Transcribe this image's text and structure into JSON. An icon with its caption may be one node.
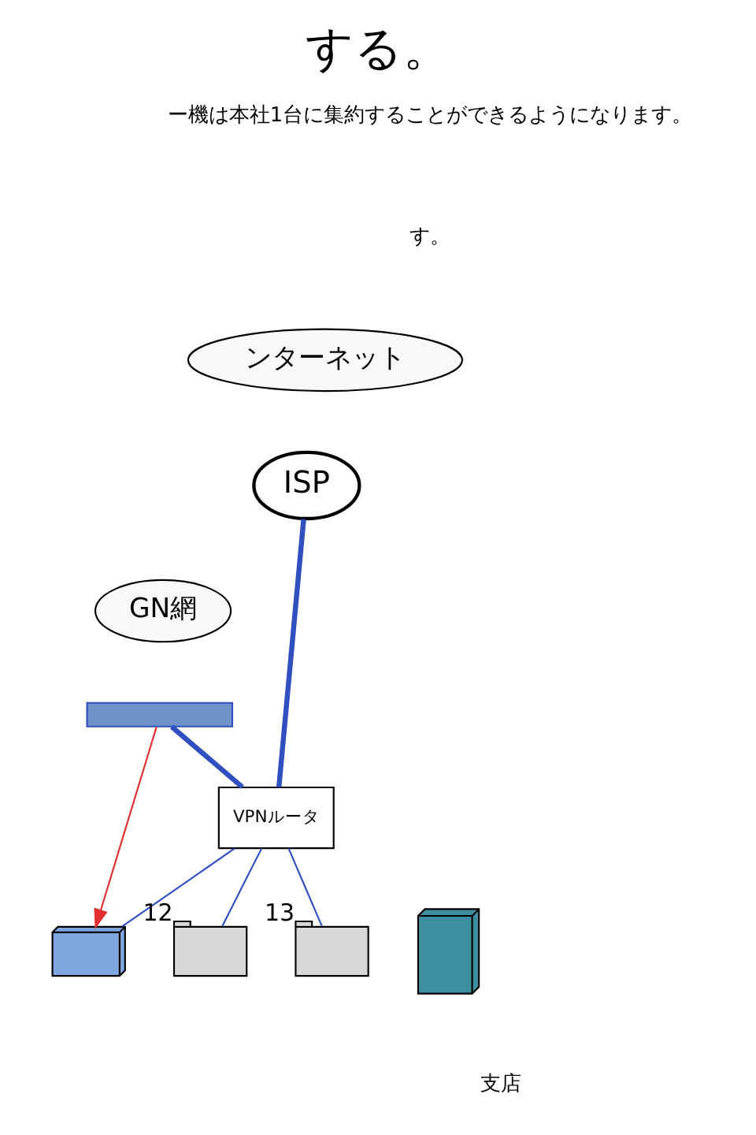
{
  "diagram": {
    "title": "する。",
    "nodes": [
      {
        "text": [
          "ンターネット"
        ]
      },
      {
        "text": [
          "ISP"
        ]
      },
      {
        "text": [
          "GN網"
        ]
      },
      {
        "text": [],
        "shape": "bar"
      },
      {
        "text": [
          "VPNルータ"
        ]
      },
      {
        "text": [],
        "shape": "laptop"
      },
      {
        "text": [],
        "shape": "phone",
        "beside": [
          "12"
        ]
      },
      {
        "text": [],
        "shape": "phone",
        "beside": [
          "13"
        ]
      },
      {
        "text": [],
        "shape": "server"
      }
    ],
    "edges": [
      {
        "from": 1,
        "to": 4,
        "arrow": "none",
        "style": "thick"
      },
      {
        "from": 3,
        "to": 4,
        "arrow": "none",
        "style": "thick"
      },
      {
        "from": 3,
        "to": 5,
        "arrow": "to",
        "color": "#e03030"
      },
      {
        "from": 4,
        "to": 5,
        "arrow": "none"
      },
      {
        "from": 4,
        "to": 6,
        "arrow": "none"
      },
      {
        "from": 4,
        "to": 7,
        "arrow": "none"
      }
    ],
    "labels": [
      "ー機は本社1台に集約することができるようになります。",
      "す。",
      "支店"
    ]
  }
}
